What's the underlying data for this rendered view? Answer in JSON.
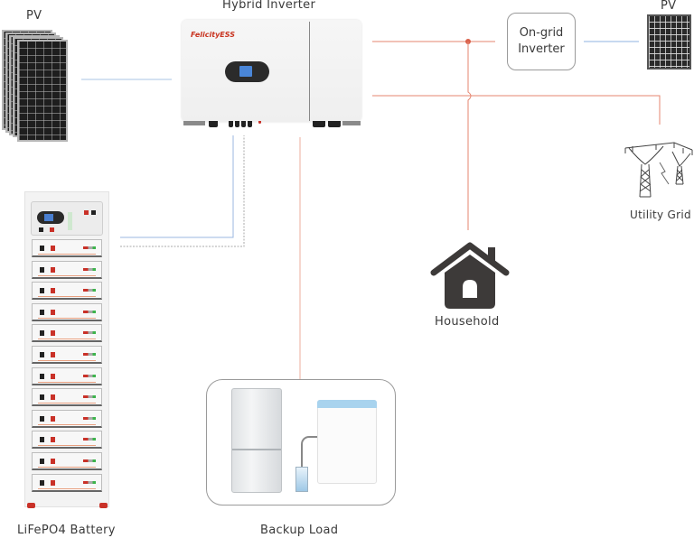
{
  "diagram": {
    "title": "Hybrid Inverter",
    "nodes": {
      "pv_left": {
        "label": "PV"
      },
      "hybrid_inverter": {
        "label": "Hybrid Inverter",
        "brand": "FelicityESS"
      },
      "on_grid_inverter": {
        "label_line1": "On-grid",
        "label_line2": "Inverter"
      },
      "pv_right": {
        "label": "PV"
      },
      "utility_grid": {
        "label": "Utility Grid"
      },
      "household": {
        "label": "Household"
      },
      "battery": {
        "label": "LiFePO4 Battery",
        "module_count": 12
      },
      "backup_load": {
        "label": "Backup Load"
      }
    },
    "connections": [
      {
        "from": "PV",
        "to": "Hybrid Inverter",
        "type": "DC"
      },
      {
        "from": "LiFePO4 Battery",
        "to": "Hybrid Inverter",
        "type": "DC"
      },
      {
        "from": "LiFePO4 Battery",
        "to": "Hybrid Inverter",
        "type": "communication"
      },
      {
        "from": "Hybrid Inverter",
        "to": "On-grid Inverter",
        "type": "AC"
      },
      {
        "from": "On-grid Inverter",
        "to": "PV",
        "type": "DC"
      },
      {
        "from": "Hybrid Inverter",
        "to": "Utility Grid",
        "type": "AC"
      },
      {
        "from": "Hybrid Inverter",
        "to": "Household",
        "type": "AC"
      },
      {
        "from": "Hybrid Inverter",
        "to": "Backup Load",
        "type": "AC"
      }
    ],
    "colors": {
      "dc_line": "#8fb3e0",
      "ac_line": "#e6846f",
      "backup_line": "#f3c9bd",
      "comm_line": "#9a9a9a",
      "junction": "#d9604a",
      "house_fill": "#3d3a39"
    }
  }
}
